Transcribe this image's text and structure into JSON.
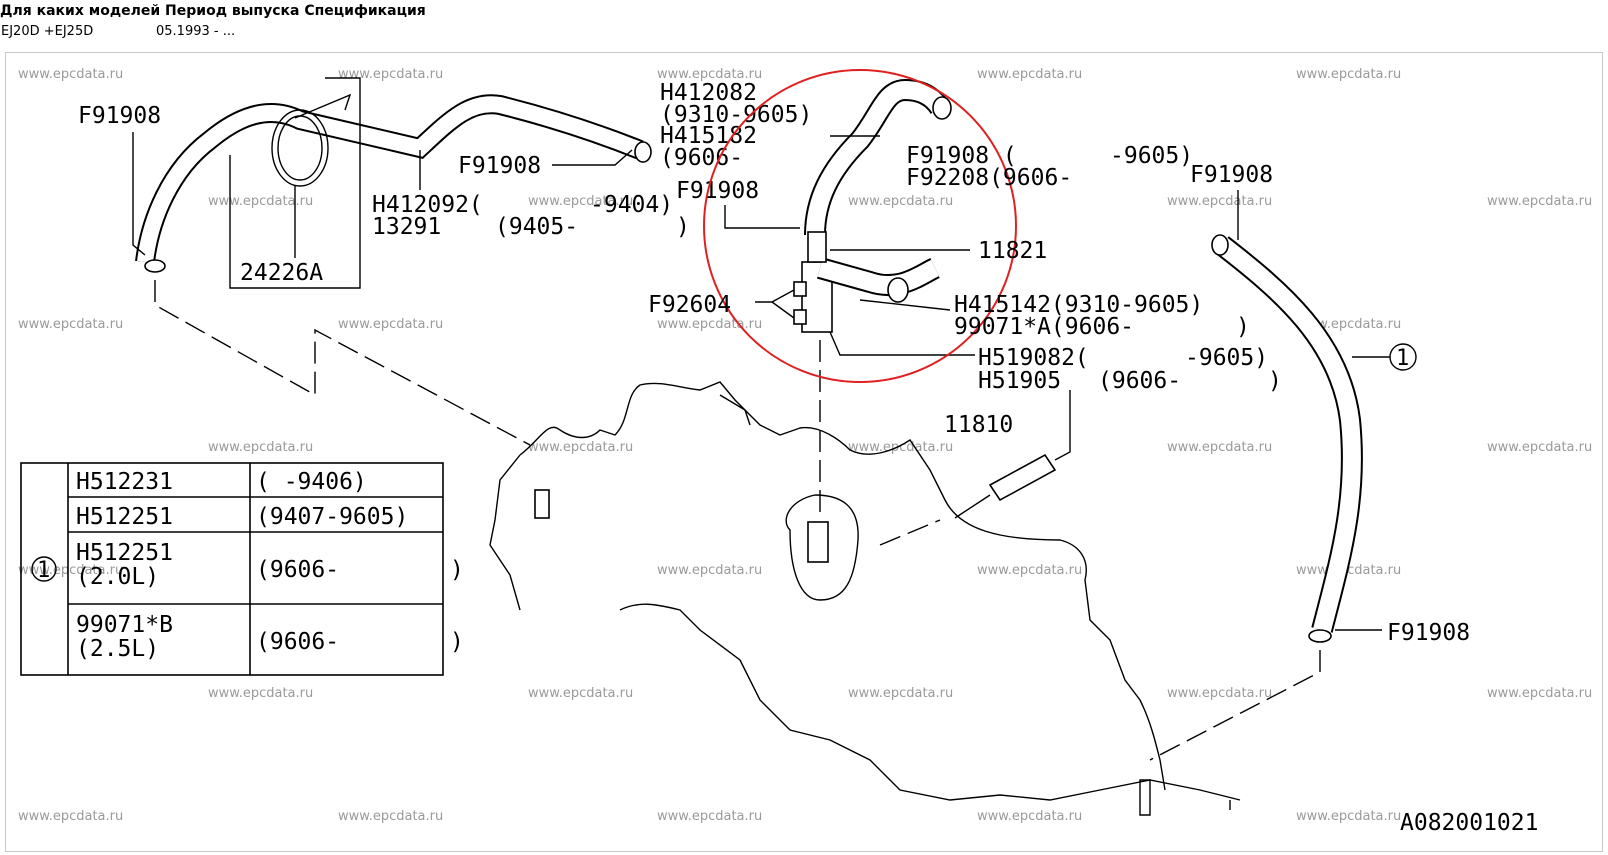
{
  "header": {
    "columns_label": "Для каких моделей Период выпуска Спецификация",
    "models": "EJ20D +EJ25D",
    "period": "05.1993 - ..."
  },
  "watermark": "www.epcdata.ru",
  "labels": {
    "f91908": "F91908",
    "h412082": "H412082",
    "r9310_9605": "(9310-9605)",
    "h415182": "H415182",
    "r9606": "(9606-",
    "f91908_a": "F91908",
    "f91908_b": "F91908",
    "h412092": "H412092(",
    "r9404": "-9404)",
    "p13291": "13291",
    "r9405": "(9405-",
    "paren_close": ")",
    "p24226a": "24226A",
    "f91908_c": "F91908 (",
    "r9605": "-9605)",
    "f92208": "F92208(9606-",
    "f91908_d": "F91908",
    "p11821": "11821",
    "f92604": "F92604",
    "h415142": "H415142(9310-9605)",
    "p99071a": "99071*A(9606-",
    "h519082": "H519082(",
    "r9605b": "-9605)",
    "h51905": "H51905",
    "r9606b": "(9606-",
    "p11810": "11810",
    "circle_1": "1",
    "f91908_e": "F91908",
    "diagram_code": "A082001021"
  },
  "table": {
    "marker": "1",
    "rows": [
      {
        "part": "H512231",
        "period": "(       -9406)"
      },
      {
        "part": "H512251",
        "period": "(9407-9605)"
      },
      {
        "part": "H512251",
        "sub": "(2.0L)",
        "period": "(9606-",
        "close": ")"
      },
      {
        "part": "99071*B",
        "sub": "(2.5L)",
        "period": "(9606-",
        "close": ")"
      }
    ]
  },
  "highlight_color": "#e02020"
}
